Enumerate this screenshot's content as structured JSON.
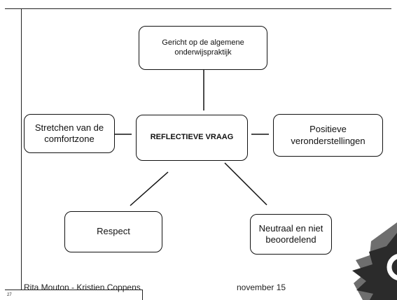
{
  "diagram": {
    "center": "REFLECTIEVE VRAAG",
    "top": "Gericht op de algemene onderwijspraktijk",
    "left": "Stretchen van de comfortzone",
    "right": "Positieve veronderstellingen",
    "bottom_left": "Respect",
    "bottom_right": "Neutraal en niet beoordelend"
  },
  "footer": {
    "author": "Rita Mouton - Kristien Coppens",
    "date": "november 15",
    "slide_number": "27"
  },
  "colors": {
    "badge_dark": "#2b2b2b",
    "badge_mid": "#6e6e6e",
    "line": "#111111"
  },
  "icons": [
    "starburst-badge-icon"
  ]
}
